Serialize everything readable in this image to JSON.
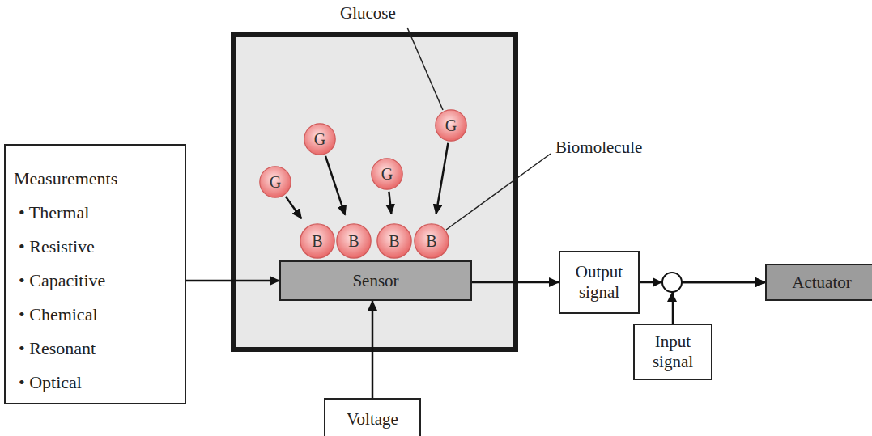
{
  "diagram": {
    "nodes": [
      {
        "text": [
          "Measurements",
          "• Thermal",
          "• Resistive",
          "• Capacitive",
          "• Chemical",
          "• Resonant",
          "• Optical"
        ]
      },
      {
        "text": [
          "G"
        ]
      },
      {
        "text": [
          "G"
        ]
      },
      {
        "text": [
          "G"
        ]
      },
      {
        "text": [
          "G"
        ]
      },
      {
        "text": [
          "B"
        ]
      },
      {
        "text": [
          "B"
        ]
      },
      {
        "text": [
          "B"
        ]
      },
      {
        "text": [
          "B"
        ]
      },
      {
        "text": [
          "Sensor"
        ]
      },
      {
        "text": [
          "Voltage"
        ]
      },
      {
        "text": [
          "Output signal"
        ]
      },
      {
        "text": [
          "Input signal"
        ]
      },
      {
        "text": [
          "Actuator"
        ]
      }
    ],
    "edges": [
      {
        "from": 0,
        "to": 9,
        "arrow": "to"
      },
      {
        "from": 1,
        "to": 5,
        "arrow": "to"
      },
      {
        "from": 2,
        "to": 6,
        "arrow": "to"
      },
      {
        "from": 3,
        "to": 7,
        "arrow": "to"
      },
      {
        "from": 4,
        "to": 8,
        "arrow": "to"
      },
      {
        "from": 10,
        "to": 9,
        "arrow": "to"
      },
      {
        "from": 9,
        "to": 11,
        "arrow": "to"
      },
      {
        "from": 11,
        "to": 13,
        "arrow": "to"
      },
      {
        "from": 12,
        "to": 13,
        "arrow": "to"
      }
    ],
    "labels": [
      "Glucose",
      "Biomolecule"
    ]
  }
}
